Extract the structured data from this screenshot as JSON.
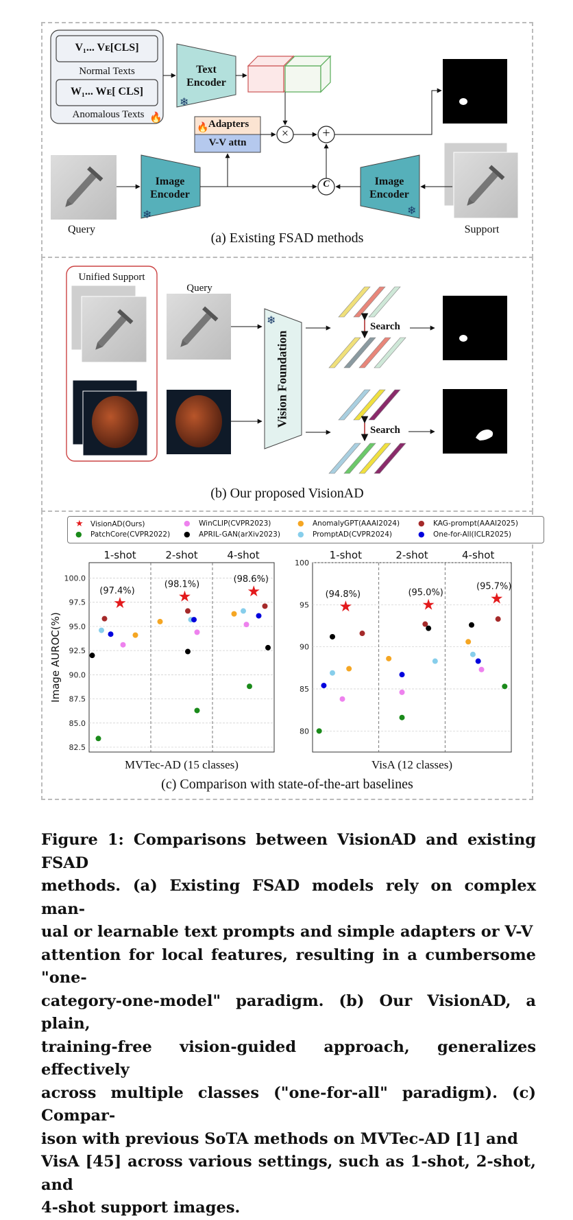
{
  "panel_a": {
    "normal_tokens": "V₁... Vᴇ[CLS]",
    "normal_label": "Normal Texts",
    "anomalous_tokens": "W₁... Wᴇ[ CLS]",
    "anomalous_label": "Anomalous Texts",
    "text_encoder": "Text Encoder",
    "adapters": "Adapters",
    "vv_attn": "V-V attn",
    "image_encoder_left": "Image Encoder",
    "image_encoder_right": "Image Encoder",
    "query_label": "Query",
    "support_label": "Support",
    "op_times": "×",
    "op_plus": "+",
    "op_c": "C",
    "caption": "(a) Existing FSAD methods"
  },
  "panel_b": {
    "unified_support": "Unified Support",
    "query_label": "Query",
    "vision_foundation": "Vision Foundation",
    "search_top": "Search",
    "search_bottom": "Search",
    "caption": "(b) Our proposed VisionAD"
  },
  "panel_c": {
    "legend": [
      {
        "name": "VisionAD(Ours)",
        "color": "#e31a1c",
        "marker": "star"
      },
      {
        "name": "WinCLIP(CVPR2023)",
        "color": "#ee82ee",
        "marker": "dot"
      },
      {
        "name": "AnomalyGPT(AAAI2024)",
        "color": "#f5a623",
        "marker": "dot"
      },
      {
        "name": "KAG-prompt(AAAI2025)",
        "color": "#a52a2a",
        "marker": "dot"
      },
      {
        "name": "PatchCore(CVPR2022)",
        "color": "#1a8a1a",
        "marker": "dot"
      },
      {
        "name": "APRIL-GAN(arXiv2023)",
        "color": "#000000",
        "marker": "dot"
      },
      {
        "name": "PromptAD(CVPR2024)",
        "color": "#87ceeb",
        "marker": "dot"
      },
      {
        "name": "One-for-All(ICLR2025)",
        "color": "#0000dd",
        "marker": "dot"
      }
    ],
    "ylabel": "Image AUROC(%)",
    "caption": "(c) Comparison with state-of-the-art baselines"
  },
  "chart_data": [
    {
      "type": "scatter",
      "xlabel": "MVTec-AD (15 classes)",
      "ylabel": "Image AUROC(%)",
      "ylim": [
        82,
        101.6
      ],
      "yticks": [
        "82.5",
        "85.0",
        "87.5",
        "90.0",
        "92.5",
        "95.0",
        "97.5",
        "100.0"
      ],
      "groups": [
        "1-shot",
        "2-shot",
        "4-shot"
      ],
      "annotations": [
        "(97.4%)",
        "(98.1%)",
        "(98.6%)"
      ],
      "grid": true,
      "series": [
        {
          "name": "VisionAD(Ours)",
          "values": [
            97.4,
            98.1,
            98.6
          ]
        },
        {
          "name": "WinCLIP(CVPR2023)",
          "values": [
            93.1,
            94.4,
            95.2
          ]
        },
        {
          "name": "AnomalyGPT(AAAI2024)",
          "values": [
            94.1,
            95.5,
            96.3
          ]
        },
        {
          "name": "KAG-prompt(AAAI2025)",
          "values": [
            95.8,
            96.6,
            97.1
          ]
        },
        {
          "name": "PatchCore(CVPR2022)",
          "values": [
            83.4,
            86.3,
            88.8
          ]
        },
        {
          "name": "APRIL-GAN(arXiv2023)",
          "values": [
            92.0,
            92.4,
            92.8
          ]
        },
        {
          "name": "PromptAD(CVPR2024)",
          "values": [
            94.6,
            95.7,
            96.6
          ]
        },
        {
          "name": "One-for-All(ICLR2025)",
          "values": [
            94.2,
            95.7,
            96.1
          ]
        }
      ]
    },
    {
      "type": "scatter",
      "xlabel": "VisA (12 classes)",
      "ylabel": "",
      "ylim": [
        77.5,
        100
      ],
      "yticks": [
        "80",
        "85",
        "90",
        "95",
        "100"
      ],
      "groups": [
        "1-shot",
        "2-shot",
        "4-shot"
      ],
      "annotations": [
        "(94.8%)",
        "(95.0%)",
        "(95.7%)"
      ],
      "grid": true,
      "series": [
        {
          "name": "VisionAD(Ours)",
          "values": [
            94.8,
            95.0,
            95.7
          ]
        },
        {
          "name": "WinCLIP(CVPR2023)",
          "values": [
            83.8,
            84.6,
            87.3
          ]
        },
        {
          "name": "AnomalyGPT(AAAI2024)",
          "values": [
            87.4,
            88.6,
            90.6
          ]
        },
        {
          "name": "KAG-prompt(AAAI2025)",
          "values": [
            91.6,
            92.7,
            93.3
          ]
        },
        {
          "name": "PatchCore(CVPR2022)",
          "values": [
            80.0,
            81.6,
            85.3
          ]
        },
        {
          "name": "APRIL-GAN(arXiv2023)",
          "values": [
            91.2,
            92.2,
            92.6
          ]
        },
        {
          "name": "PromptAD(CVPR2024)",
          "values": [
            86.9,
            88.3,
            89.1
          ]
        },
        {
          "name": "One-for-All(ICLR2025)",
          "values": [
            85.4,
            86.7,
            88.3
          ]
        }
      ]
    }
  ],
  "figure_caption": [
    "Figure 1: Comparisons between VisionAD and existing FSAD",
    "methods. (a) Existing FSAD models rely on complex man-",
    "ual or learnable text prompts and simple adapters or V-V",
    "attention for local features, resulting in a cumbersome \"one-",
    "category-one-model\" paradigm. (b) Our VisionAD, a plain,",
    "training-free vision-guided approach, generalizes effectively",
    "across multiple classes (\"one-for-all\" paradigm). (c) Compar-",
    "ison with previous SoTA methods on MVTec-AD [1] and",
    "VisA [45] across various settings, such as 1-shot, 2-shot, and",
    "4-shot support images."
  ]
}
